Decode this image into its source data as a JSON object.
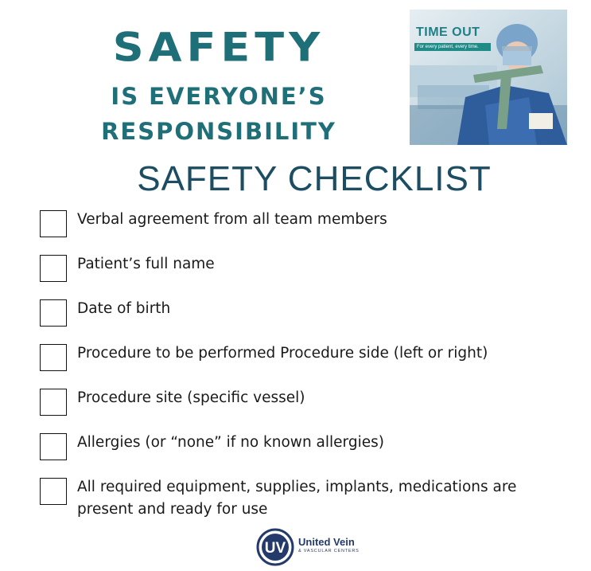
{
  "headline": {
    "line1": "SAFETY",
    "line2": "IS EVERYONE’S",
    "line3": "RESPONSIBILITY"
  },
  "photo": {
    "badge_title": "TIME OUT",
    "badge_subtitle": "For every patient, every time."
  },
  "checklist": {
    "title": "SAFETY CHECKLIST",
    "items": [
      {
        "label": "Verbal agreement from all team members"
      },
      {
        "label": "Patient’s full name"
      },
      {
        "label": "Date of birth"
      },
      {
        "label": "Procedure to be performed Procedure side (left or right)"
      },
      {
        "label": "Procedure site (specific vessel)"
      },
      {
        "label": "Allergies (or “none” if no known allergies)"
      },
      {
        "label": "All required equipment, supplies, implants, medications are present and ready for use"
      }
    ]
  },
  "logo": {
    "monogram": "UV",
    "name": "United Vein",
    "subtitle": "& VASCULAR CENTERS"
  },
  "colors": {
    "headline": "#1f6f78",
    "checklist_title": "#1c4d63",
    "logo": "#243a6b"
  }
}
